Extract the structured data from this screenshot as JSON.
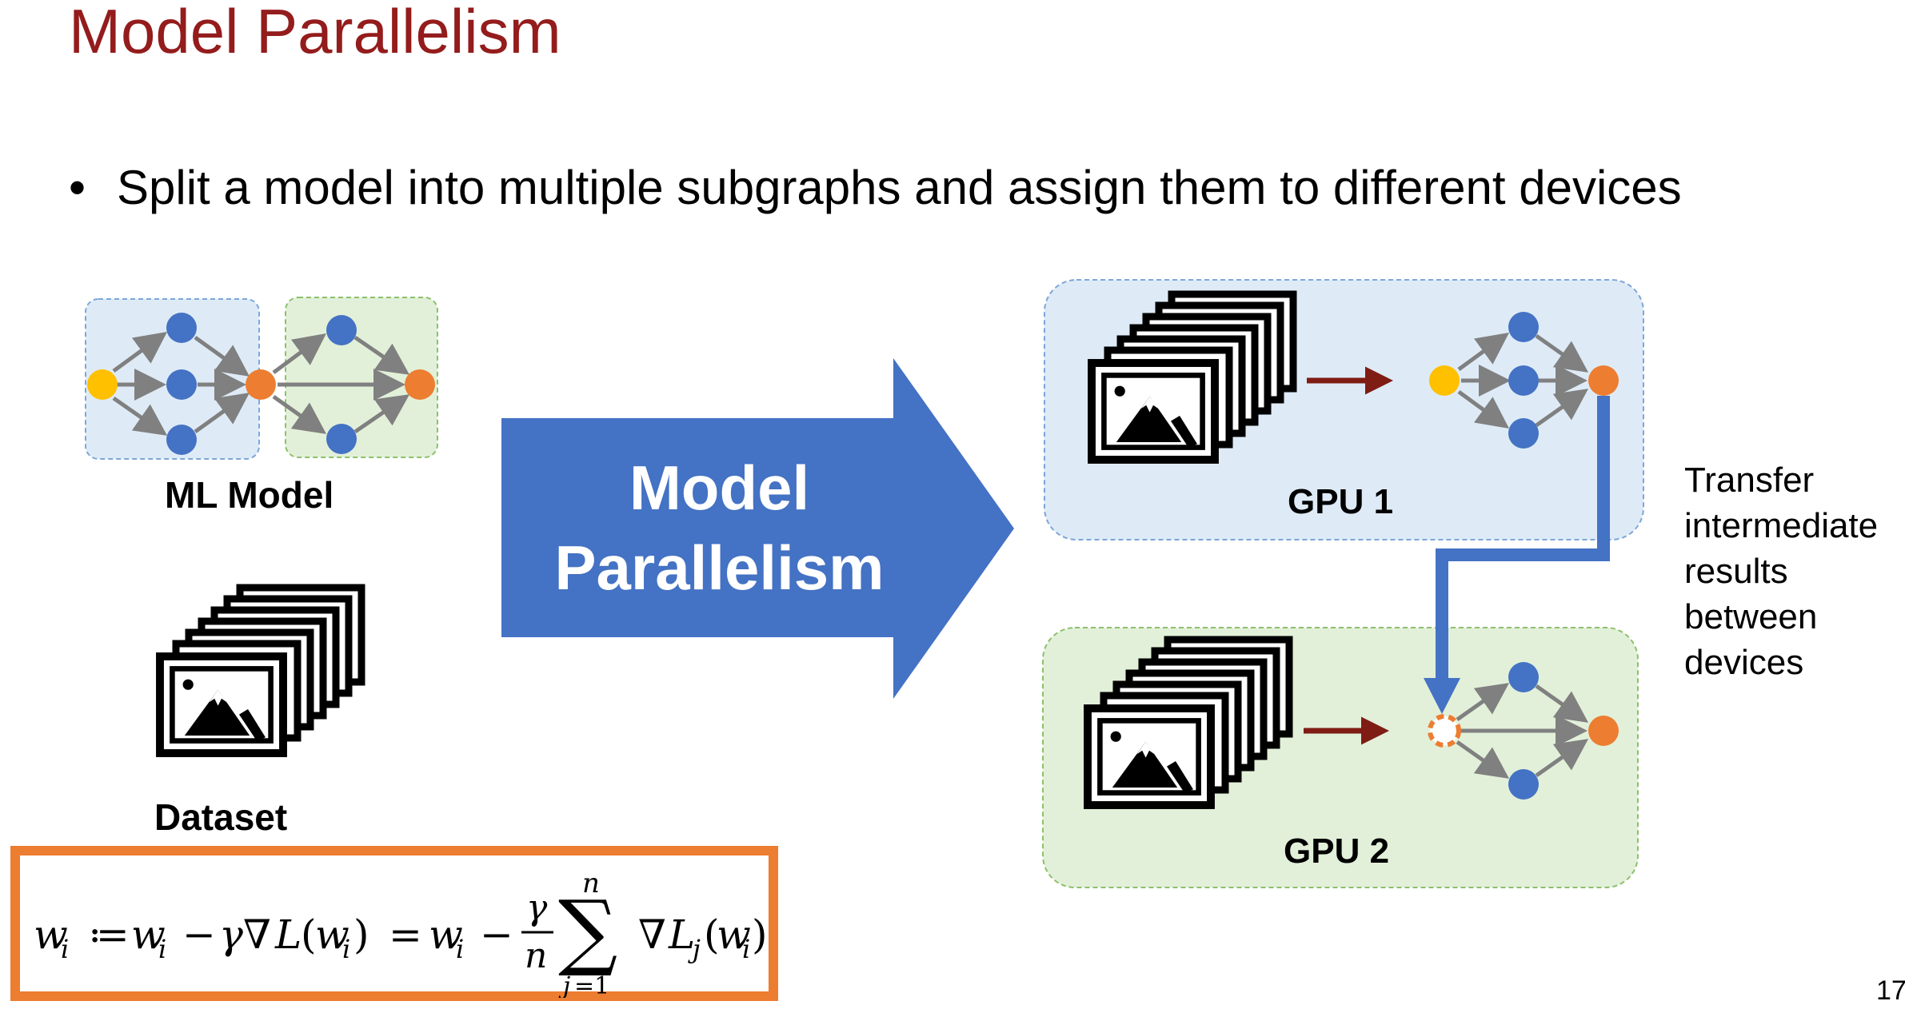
{
  "slide": {
    "title": "Model Parallelism",
    "bullet": "Split a model into multiple subgraphs and assign them to different devices",
    "page_number": "17"
  },
  "left": {
    "model_label": "ML Model",
    "dataset_label": "Dataset"
  },
  "arrow": {
    "line1": "Model",
    "line2": "Parallelism"
  },
  "gpu1": {
    "label": "GPU 1"
  },
  "gpu2": {
    "label": "GPU 2"
  },
  "transfer": {
    "lines": [
      "Transfer",
      "intermediate",
      "results",
      "between",
      "devices"
    ]
  },
  "formula": {
    "text": "w_i := w_i − γ∇L(w_i) = w_i − (γ/n) Σ_{j=1}^{n} ∇L_j(w_i)"
  },
  "colors": {
    "title": "#941c1c",
    "arrow_blue": "#4472c4",
    "node_blue": "#4472c4",
    "node_yellow": "#ffc000",
    "node_orange": "#ed7d31",
    "edge_gray": "#808080",
    "data_arrow": "#7f1c14",
    "panel_blue": "#deebf7",
    "panel_green": "#e2f0d9",
    "formula_border": "#ed7d31"
  },
  "icons": [
    "image-stack-icon",
    "neural-network-graph-icon"
  ]
}
